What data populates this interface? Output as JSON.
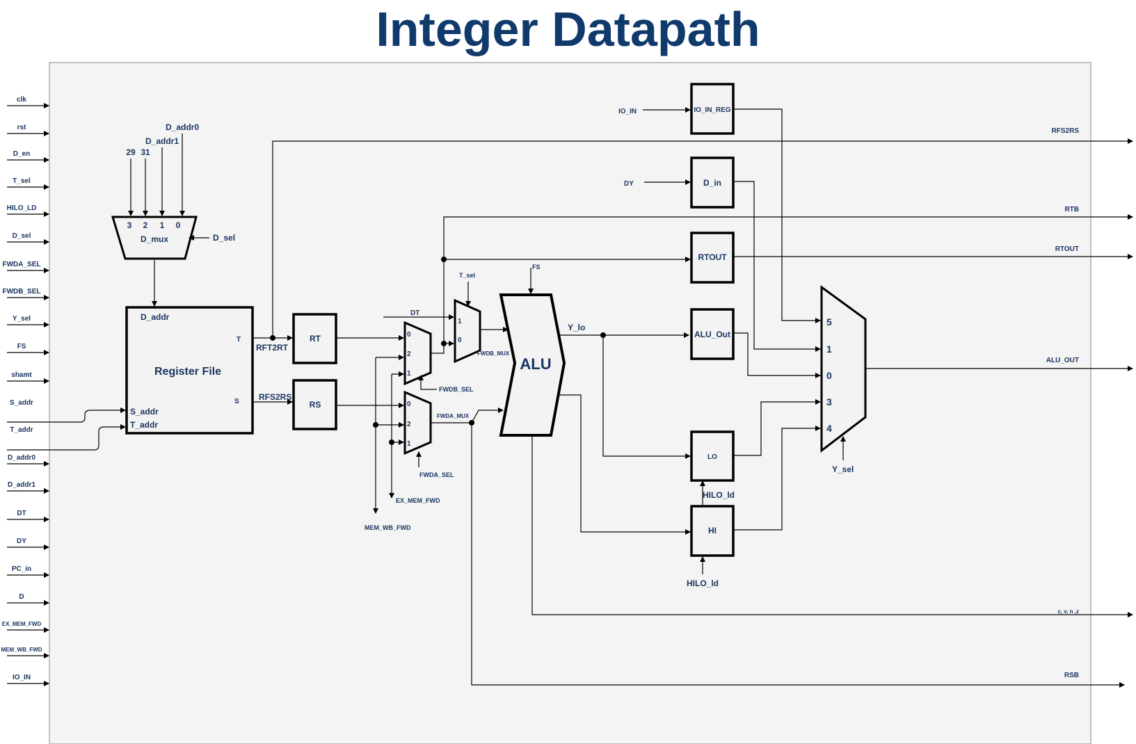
{
  "title": "Integer Datapath",
  "inputs": [
    "clk",
    "rst",
    "D_en",
    "T_sel",
    "HILO_LD",
    "D_sel",
    "FWDA_SEL",
    "FWDB_SEL",
    "Y_sel",
    "FS",
    "shamt",
    "S_addr",
    "T_addr",
    "D_addr0",
    "D_addr1",
    "DT",
    "DY",
    "PC_in",
    "D",
    "EX_MEM_FWD",
    "MEM_WB_FWD",
    "IO_IN"
  ],
  "outputs": [
    "RFS2RS",
    "RTB",
    "RTOUT",
    "ALU_OUT",
    "c, v, n ,z",
    "RSB"
  ],
  "d_mux": {
    "label": "D_mux",
    "ports": [
      "3",
      "2",
      "1",
      "0"
    ],
    "inputs": [
      "29",
      "31",
      "D_addr1",
      "D_addr0"
    ],
    "select": "D_sel"
  },
  "register_file": {
    "label": "Register File",
    "ports": {
      "d_addr": "D_addr",
      "s_addr": "S_addr",
      "t_addr": "T_addr",
      "t": "T",
      "s": "S"
    }
  },
  "wires": {
    "rft2rt": "RFT2RT",
    "rfs2rs": "RFS2RS",
    "y_lo": "Y_lo"
  },
  "registers": {
    "rt": "RT",
    "rs": "RS",
    "io_in_reg": "IO_IN_REG",
    "d_in": "D_in",
    "rtout": "RTOUT",
    "alu_out": "ALU_Out",
    "lo": "LO",
    "hi": "HI"
  },
  "fwdb_mux": {
    "ports": [
      "0",
      "2",
      "1"
    ],
    "select": "FWDB_SEL"
  },
  "fwda_mux": {
    "ports": [
      "0",
      "2",
      "1"
    ],
    "select": "FWDA_SEL",
    "label": "FWDA_MUX"
  },
  "fwdb_2mux": {
    "ports": [
      "1",
      "0"
    ],
    "select": "T_sel",
    "label": "FWDB_MUX",
    "dt": "DT"
  },
  "alu": {
    "label": "ALU",
    "fs": "FS"
  },
  "forward_signals": {
    "ex_mem": "EX_MEM_FWD",
    "mem_wb": "MEM_WB_FWD"
  },
  "right_inputs": {
    "io_in": "IO_IN",
    "dy": "DY"
  },
  "hilo_ld": "HILO_ld",
  "y_mux": {
    "ports": [
      "5",
      "1",
      "0",
      "3",
      "4"
    ],
    "select": "Y_sel"
  }
}
